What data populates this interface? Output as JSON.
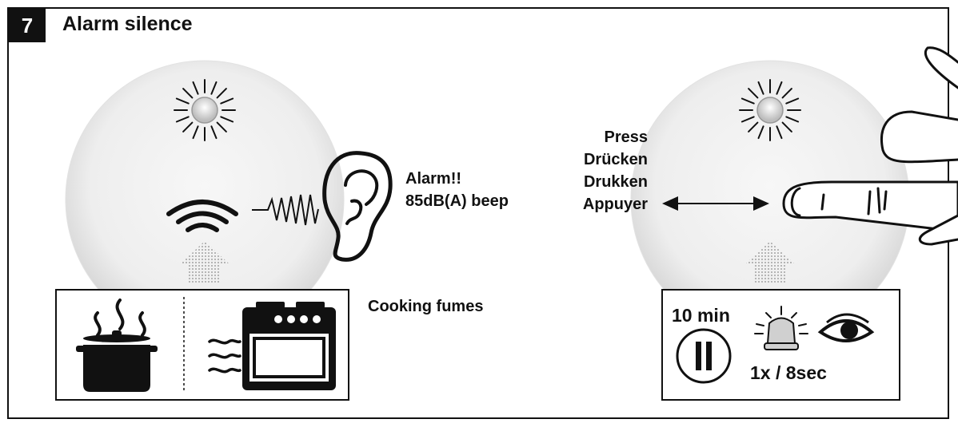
{
  "header": {
    "step_number": "7",
    "title": "Alarm silence"
  },
  "left_panel": {
    "alarm_text": "Alarm!!",
    "beep_text": "85dB(A) beep",
    "cause_text": "Cooking fumes"
  },
  "right_panel": {
    "press_labels": [
      "Press",
      "Drücken",
      "Drukken",
      "Appuyer"
    ],
    "duration_text": "10 min",
    "blink_text": "1x / 8sec"
  },
  "icons": [
    "siren-light-icon",
    "sound-waves-icon",
    "ear-icon",
    "smoke-vent-icon",
    "cooking-pot-icon",
    "oven-icon",
    "finger-press-icon",
    "pause-icon",
    "blinking-light-icon",
    "eye-icon"
  ],
  "colors": {
    "ink": "#111111",
    "device_light": "#f4f4f4",
    "device_dark": "#d4d4d4"
  }
}
